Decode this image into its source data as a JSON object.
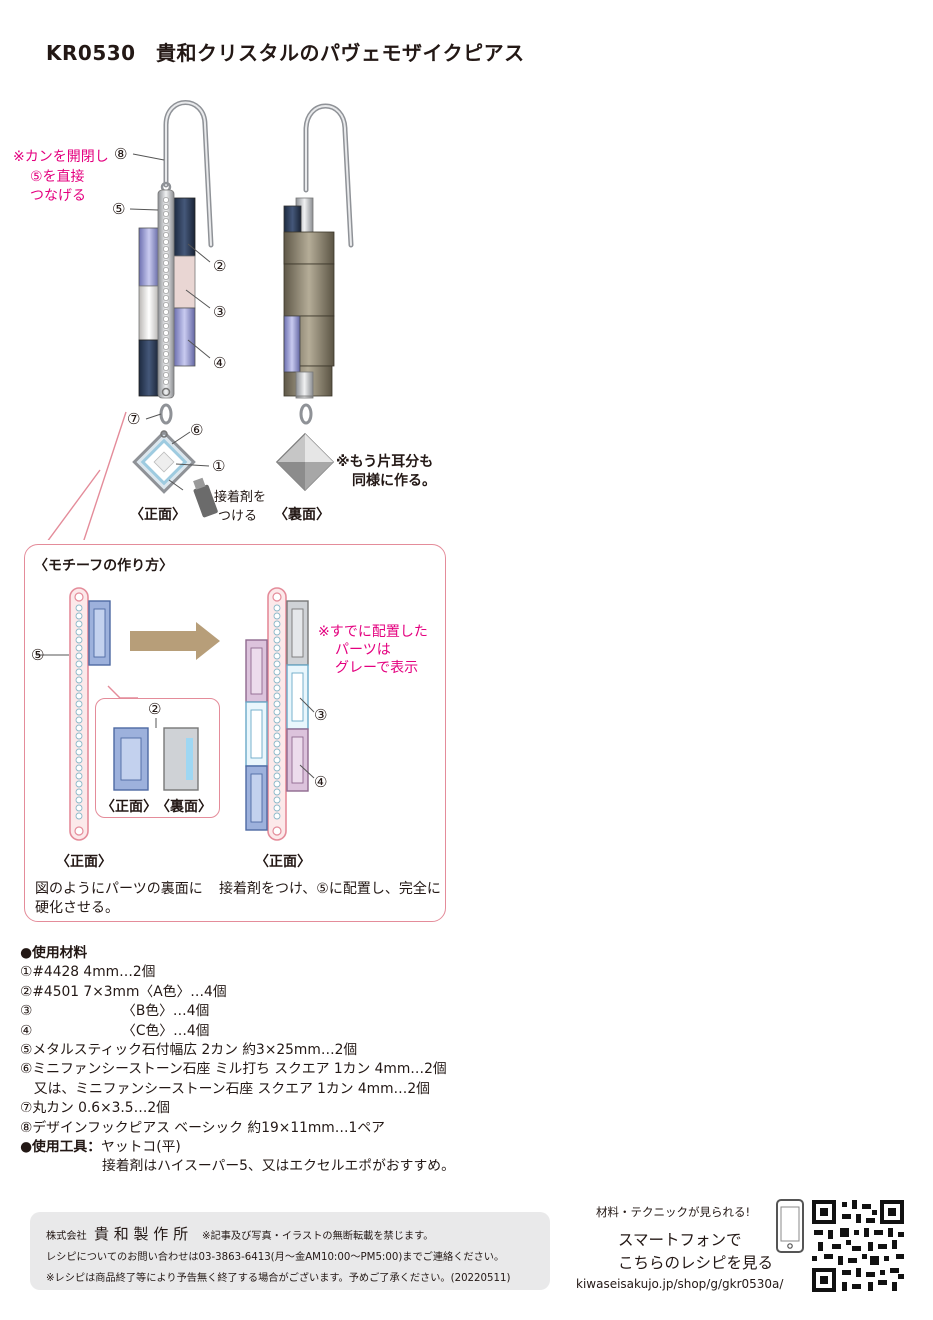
{
  "title": "KR0530　貴和クリスタルのパヴェモザイクピアス",
  "note_jump_ring": [
    "※カンを開閉し",
    "⑤を直接",
    "つなげる"
  ],
  "callouts": {
    "n8": "⑧",
    "n5": "⑤",
    "n2": "②",
    "n3": "③",
    "n4": "④",
    "n7": "⑦",
    "n6": "⑥",
    "n1": "①"
  },
  "glue_note": [
    "接着剤を",
    "つける"
  ],
  "front_label": "〈正面〉",
  "back_label": "〈裏面〉",
  "other_ear_note": [
    "※もう片耳分も",
    "同様に作る。"
  ],
  "motif": {
    "heading": "〈モチーフの作り方〉",
    "left_callout": "⑤",
    "sub_callout": "②",
    "sub_front": "〈正面〉",
    "sub_back": "〈裏面〉",
    "gray_note": [
      "※すでに配置した",
      "パーツは",
      "グレーで表示"
    ],
    "right_n3": "③",
    "right_n4": "④",
    "left_front": "〈正面〉",
    "right_front": "〈正面〉",
    "instruction_a": "図のようにパーツの裏面に",
    "instruction_b": "接着剤をつけ、⑤に配置し、完全に",
    "instruction_c": "硬化させる。"
  },
  "materials": {
    "heading": "●使用材料",
    "items": [
      "①#4428 4mm…2個",
      "②#4501 7×3mm〈A色〉…4個",
      "③　　　　　　　〈B色〉…4個",
      "④　　　　　　　〈C色〉…4個",
      "⑤メタルスティック石付幅広 2カン 約3×25mm…2個",
      "⑥ミニファンシーストーン石座 ミル打ち スクエア 1カン 4mm…2個",
      "　又は、ミニファンシーストーン石座 スクエア 1カン 4mm…2個",
      "⑦丸カン 0.6×3.5…2個",
      "⑧デザインフックピアス ベーシック 約19×11mm…1ペア"
    ],
    "tools_heading": "●使用工具：",
    "tools_value": "ヤットコ(平)",
    "glue_recommend": "接着剤はハイスーパー5、又はエクセルエポがおすすめ。"
  },
  "footer": {
    "company_prefix": "株式会社",
    "company_name": "貴 和 製 作 所",
    "copyright": "※記事及び写真・イラストの無断転載を禁じます。",
    "contact": "レシピについてのお問い合わせは03-3863-6413(月〜金AM10:00〜PM5:00)までご連絡ください。",
    "notice": "※レシピは商品終了等により予告無く終了する場合がございます。予めご了承ください。(20220511)"
  },
  "smartphone": {
    "tagline": "材料・テクニックが見られる!",
    "line1": "スマートフォンで",
    "line2": "こちらのレシピを見る",
    "url": "kiwaseisakujo.jp/shop/g/gkr0530a/"
  },
  "colors": {
    "accent_pink": "#e4007f",
    "panel_border": "#e48c9a",
    "arrow": "#b79e79",
    "footer_bg": "#e9e9ea"
  }
}
